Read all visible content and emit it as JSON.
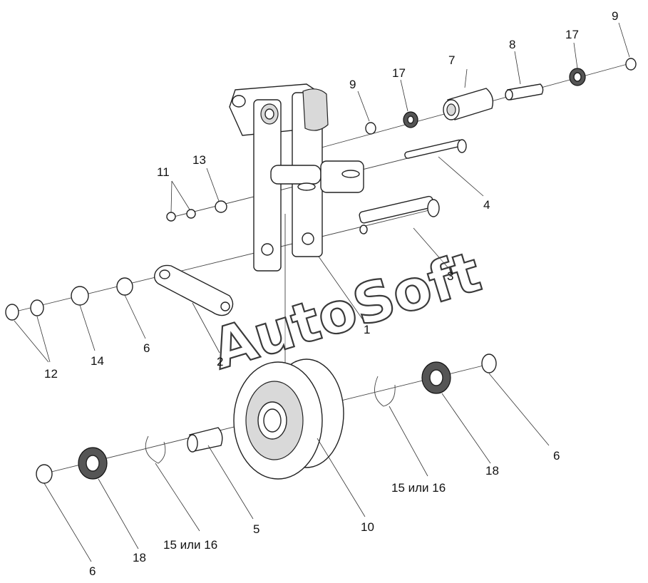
{
  "watermark": "AutoSoft",
  "callouts": {
    "c1": "1",
    "c2": "2",
    "c3": "3",
    "c4": "4",
    "c5": "5",
    "c6a": "6",
    "c6b": "6",
    "c6c": "6",
    "c7": "7",
    "c8": "8",
    "c9a": "9",
    "c9b": "9",
    "c10": "10",
    "c11": "11",
    "c12": "12",
    "c13": "13",
    "c14": "14",
    "c15a": "15 или 16",
    "c15b": "15 или 16",
    "c17a": "17",
    "c17b": "17",
    "c18a": "18",
    "c18b": "18"
  }
}
